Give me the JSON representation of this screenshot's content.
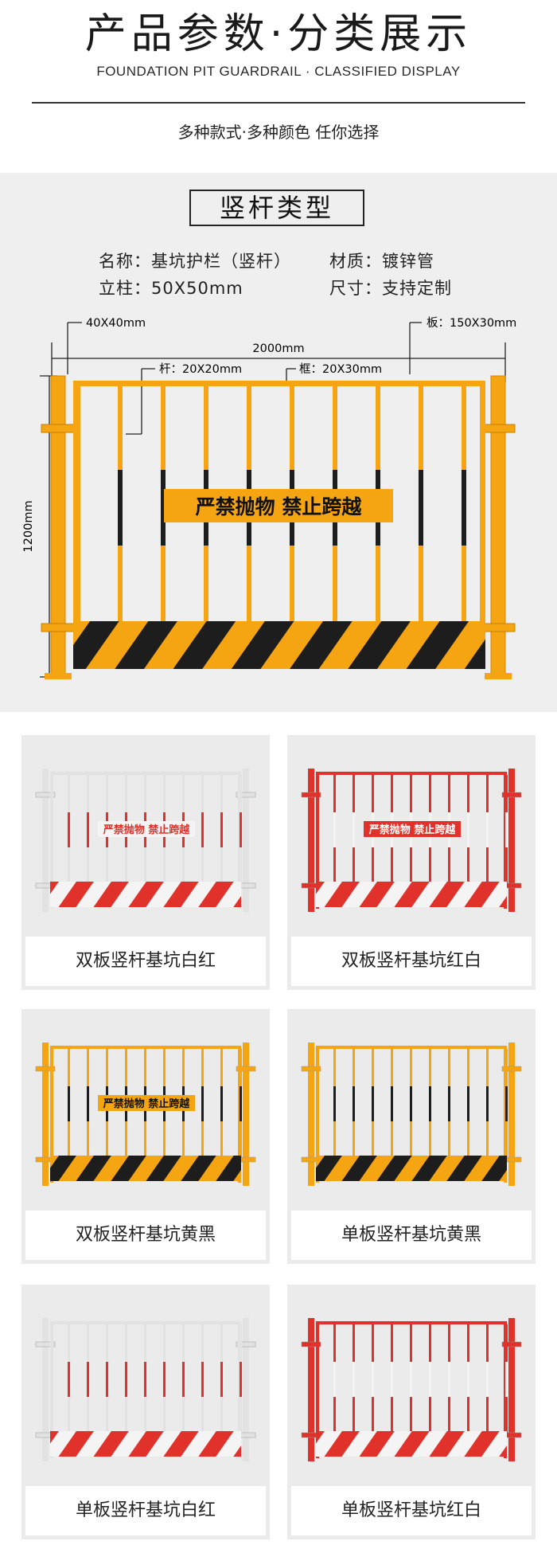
{
  "header": {
    "title": "产品参数·分类展示",
    "subtitle": "FOUNDATION PIT GUARDRAIL · CLASSIFIED DISPLAY",
    "tagline": "多种款式·多种颜色 任你选择"
  },
  "section": {
    "type_title": "竖杆类型",
    "specs": {
      "name": "名称：基坑护栏（竖杆）",
      "post": "立柱：50X50mm",
      "material": "材质：镀锌管",
      "size": "尺寸：支持定制"
    },
    "dimensions": {
      "post_size": "40X40mm",
      "panel_size": "板：150X30mm",
      "width": "2000mm",
      "bar_size": "杆：20X20mm",
      "frame_size": "框：20X30mm",
      "height": "1200mm"
    },
    "sign_text": "严禁抛物 禁止跨越"
  },
  "colors": {
    "yellow": "#f5a412",
    "black": "#1d1d1d",
    "red": "#e0322a",
    "white": "#f4f4f4"
  },
  "products": [
    {
      "label": "双板竖杆基坑白红",
      "sign": "严禁抛物 禁止跨越"
    },
    {
      "label": "双板竖杆基坑红白",
      "sign": "严禁抛物 禁止跨越"
    },
    {
      "label": "双板竖杆基坑黄黑",
      "sign": "严禁抛物 禁止跨越"
    },
    {
      "label": "单板竖杆基坑黄黑"
    },
    {
      "label": "单板竖杆基坑白红"
    },
    {
      "label": "单板竖杆基坑红白"
    }
  ]
}
